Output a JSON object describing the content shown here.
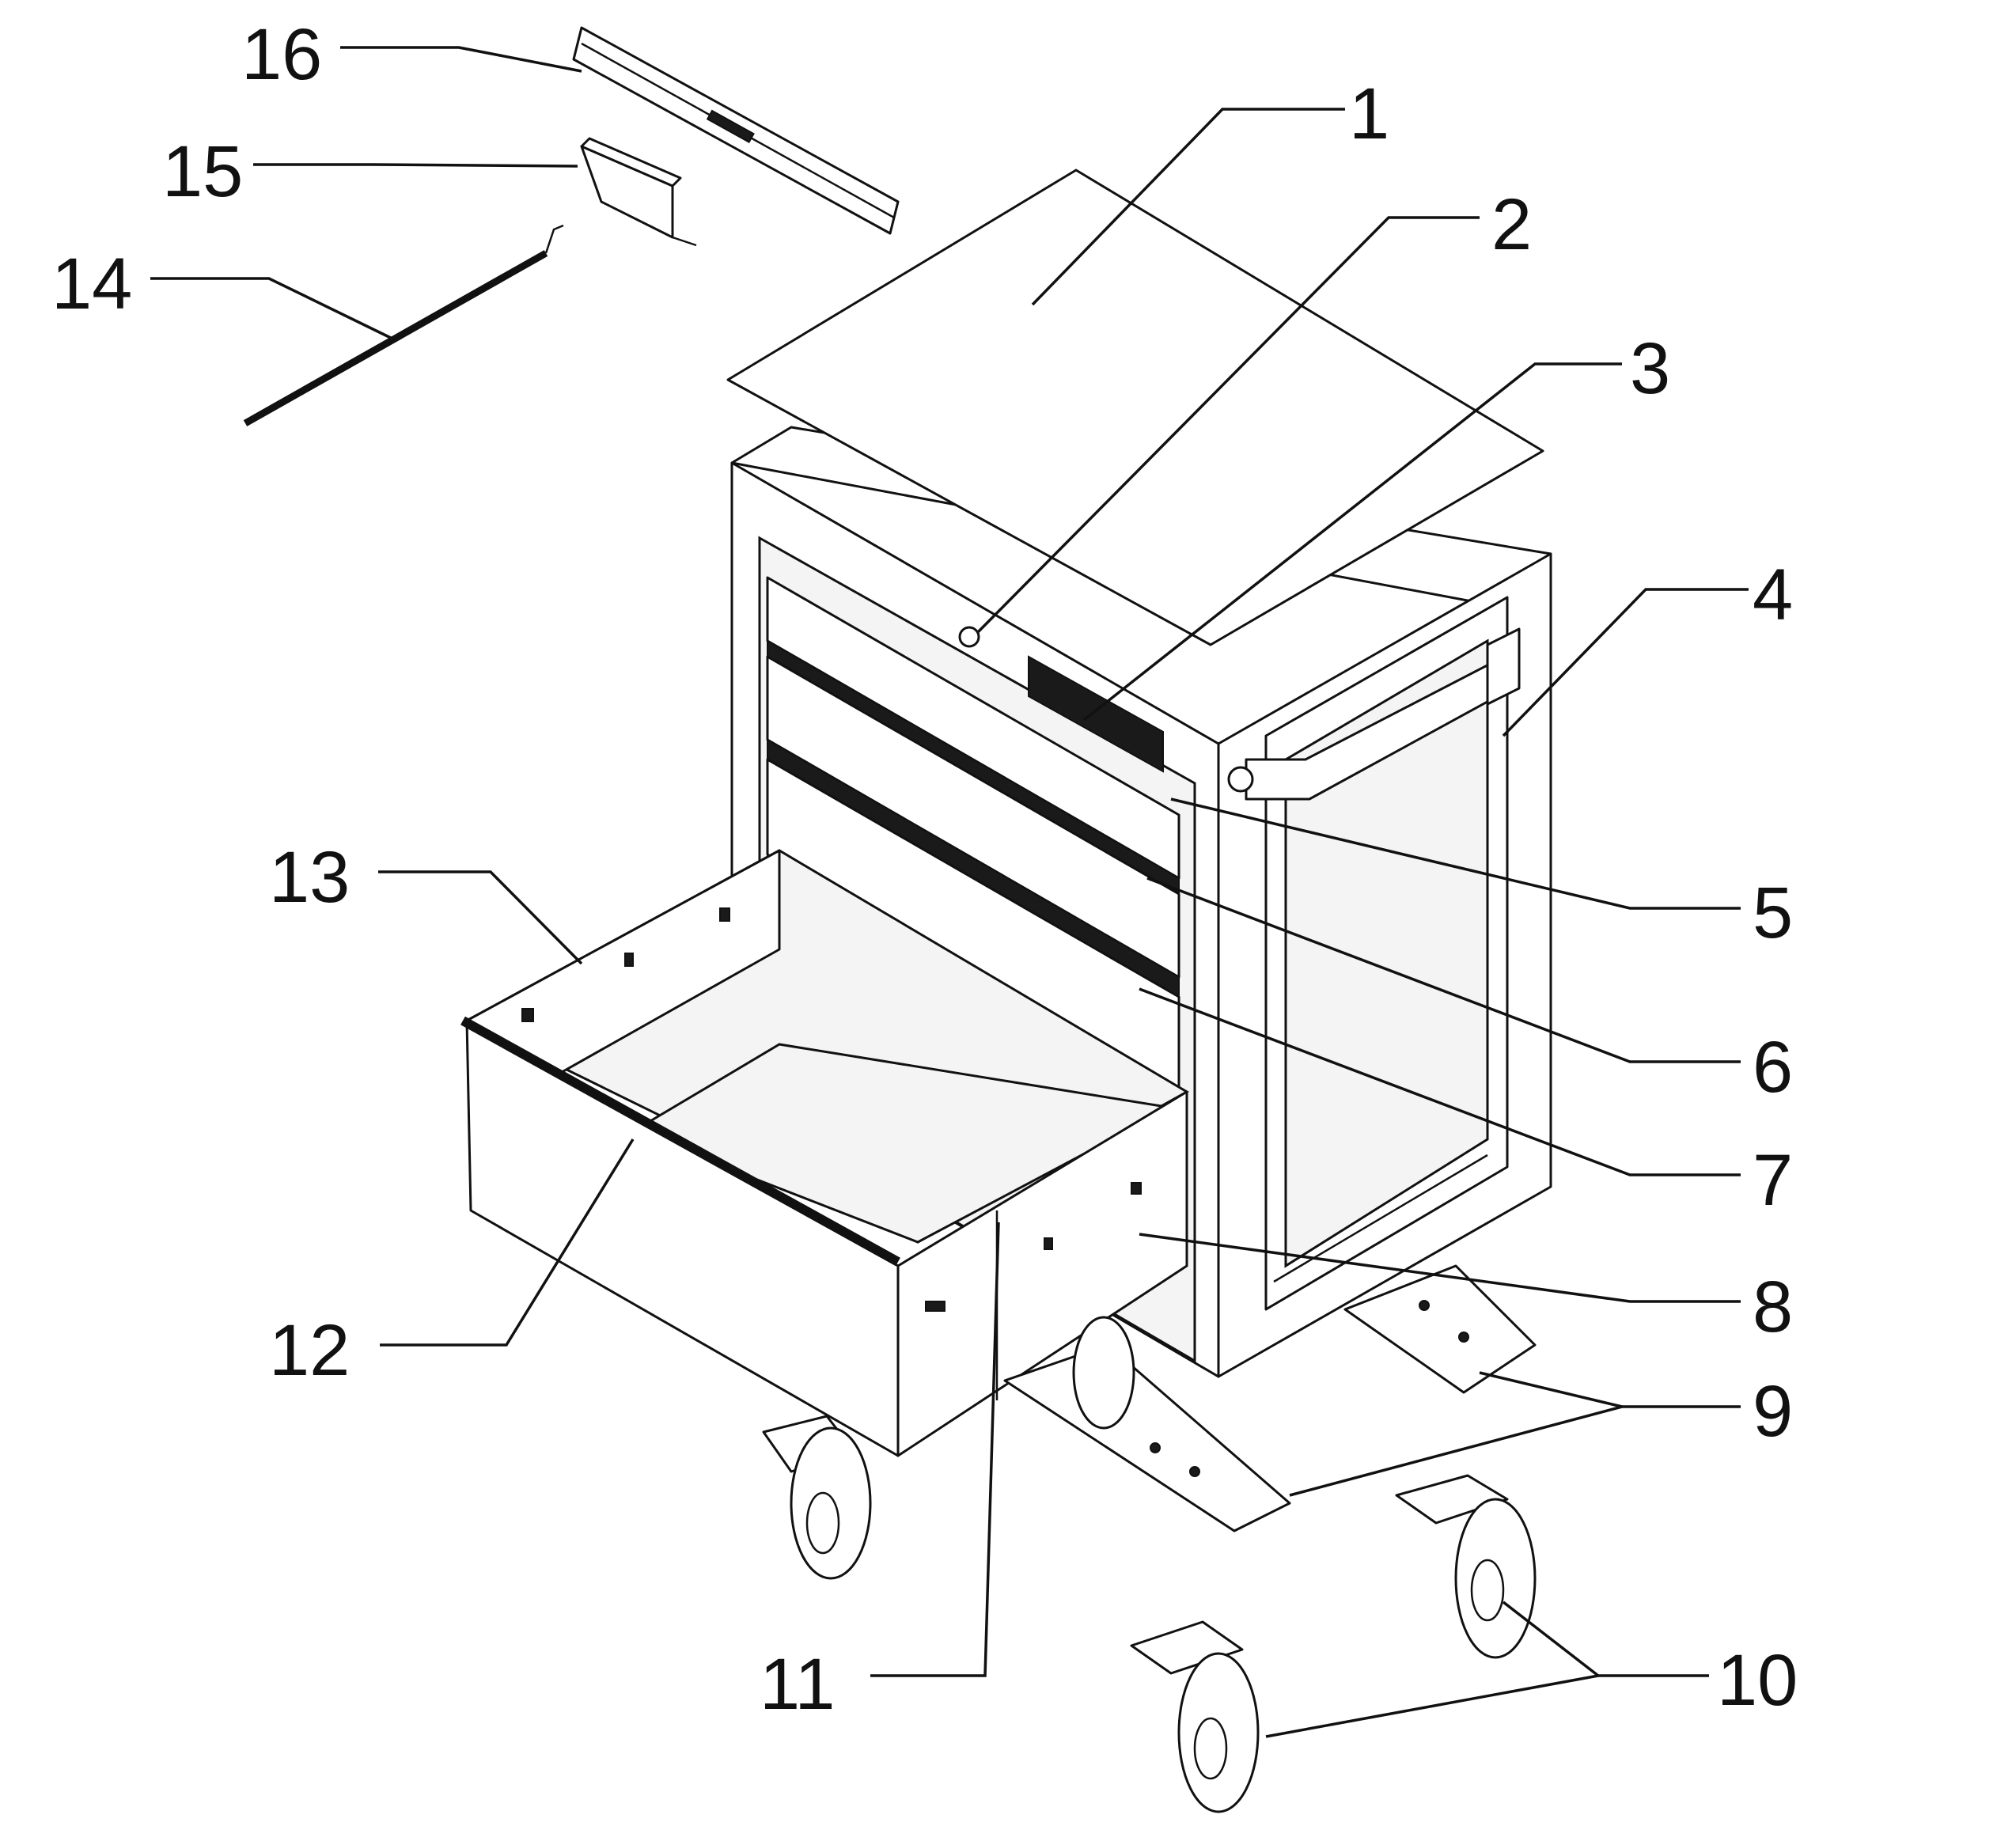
{
  "callouts": [
    {
      "id": "1",
      "label": "1",
      "part": "top-cover"
    },
    {
      "id": "2",
      "label": "2",
      "part": "lock"
    },
    {
      "id": "3",
      "label": "3",
      "part": "badge-plate"
    },
    {
      "id": "4",
      "label": "4",
      "part": "side-handle"
    },
    {
      "id": "5",
      "label": "5",
      "part": "drawer-front-top"
    },
    {
      "id": "6",
      "label": "6",
      "part": "drawer-front-middle"
    },
    {
      "id": "7",
      "label": "7",
      "part": "drawer-front-lower"
    },
    {
      "id": "8",
      "label": "8",
      "part": "drawer-side-panel"
    },
    {
      "id": "9",
      "label": "9",
      "part": "caster-mounting-plate"
    },
    {
      "id": "10",
      "label": "10",
      "part": "caster-wheel"
    },
    {
      "id": "11",
      "label": "11",
      "part": "drawer-back-panel"
    },
    {
      "id": "12",
      "label": "12",
      "part": "drawer-bottom"
    },
    {
      "id": "13",
      "label": "13",
      "part": "drawer-front-trim"
    },
    {
      "id": "14",
      "label": "14",
      "part": "lock-rod"
    },
    {
      "id": "15",
      "label": "15",
      "part": "lock-bracket"
    },
    {
      "id": "16",
      "label": "16",
      "part": "drawer-slide-rail"
    }
  ]
}
